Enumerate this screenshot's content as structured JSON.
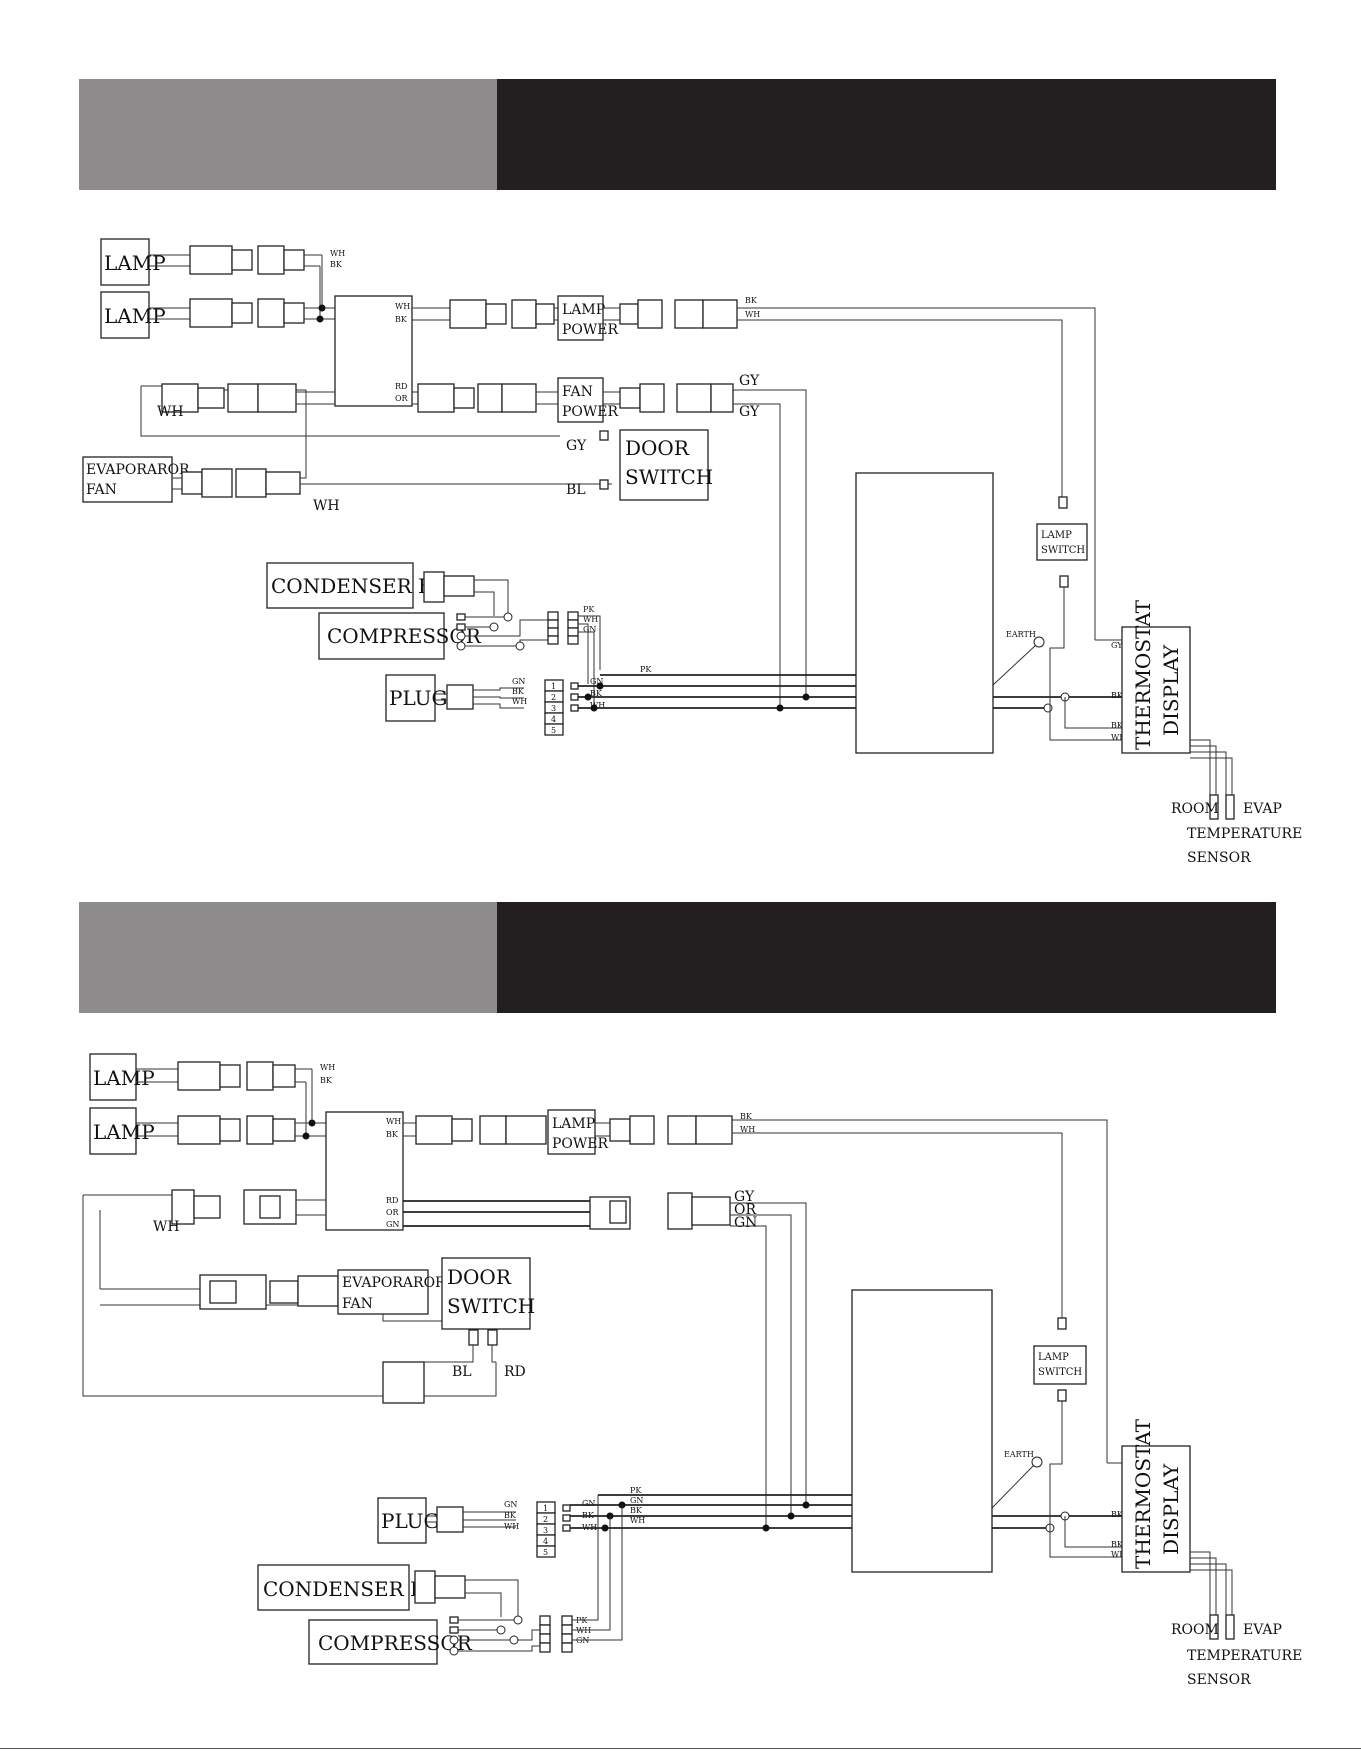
{
  "diagram1": {
    "labels": {
      "lamp1": "LAMP",
      "lamp2": "LAMP",
      "lamp_power": [
        "LAMP",
        "POWER"
      ],
      "fan_power": [
        "FAN",
        "POWER"
      ],
      "evap_fan": [
        "EVAPORAROR",
        "FAN"
      ],
      "door_switch": [
        "DOOR",
        "SWITCH"
      ],
      "condenser_fan": "CONDENSER FAN",
      "compressor": "COMPRESSOR",
      "plug": "PLUG",
      "lamp_switch": [
        "LAMP",
        "SWITCH"
      ],
      "thermostat": [
        "THERMOSTAT",
        "DISPLAY"
      ],
      "room": "ROOM",
      "evap": "EVAP",
      "temp_sensor": [
        "TEMPERATURE",
        "SENSOR"
      ],
      "earth": "EARTH"
    },
    "wire_codes": {
      "wh": "WH",
      "bk": "BK",
      "rd": "RD",
      "or": "OR",
      "gy": "GY",
      "bl": "BL",
      "pk": "PK",
      "gn": "GN"
    },
    "terminal_numbers": [
      "1",
      "2",
      "3",
      "4",
      "5"
    ]
  },
  "diagram2": {
    "labels": {
      "lamp1": "LAMP",
      "lamp2": "LAMP",
      "lamp_power": [
        "LAMP",
        "POWER"
      ],
      "evap_fan": [
        "EVAPORAROR",
        "FAN"
      ],
      "door_switch": [
        "DOOR",
        "SWITCH"
      ],
      "condenser_fan": "CONDENSER FAN",
      "compressor": "COMPRESSOR",
      "plug": "PLUG",
      "lamp_switch": [
        "LAMP",
        "SWITCH"
      ],
      "thermostat": [
        "THERMOSTAT",
        "DISPLAY"
      ],
      "room": "ROOM",
      "evap": "EVAP",
      "temp_sensor": [
        "TEMPERATURE",
        "SENSOR"
      ],
      "earth": "EARTH"
    },
    "wire_codes": {
      "wh": "WH",
      "bk": "BK",
      "rd": "RD",
      "or": "OR",
      "gy": "GY",
      "bl": "BL",
      "pk": "PK",
      "gn": "GN"
    },
    "terminal_numbers": [
      "1",
      "2",
      "3",
      "4",
      "5"
    ]
  },
  "colors": {
    "header_grey": "#8e8c8d",
    "header_dark": "#231f20"
  }
}
